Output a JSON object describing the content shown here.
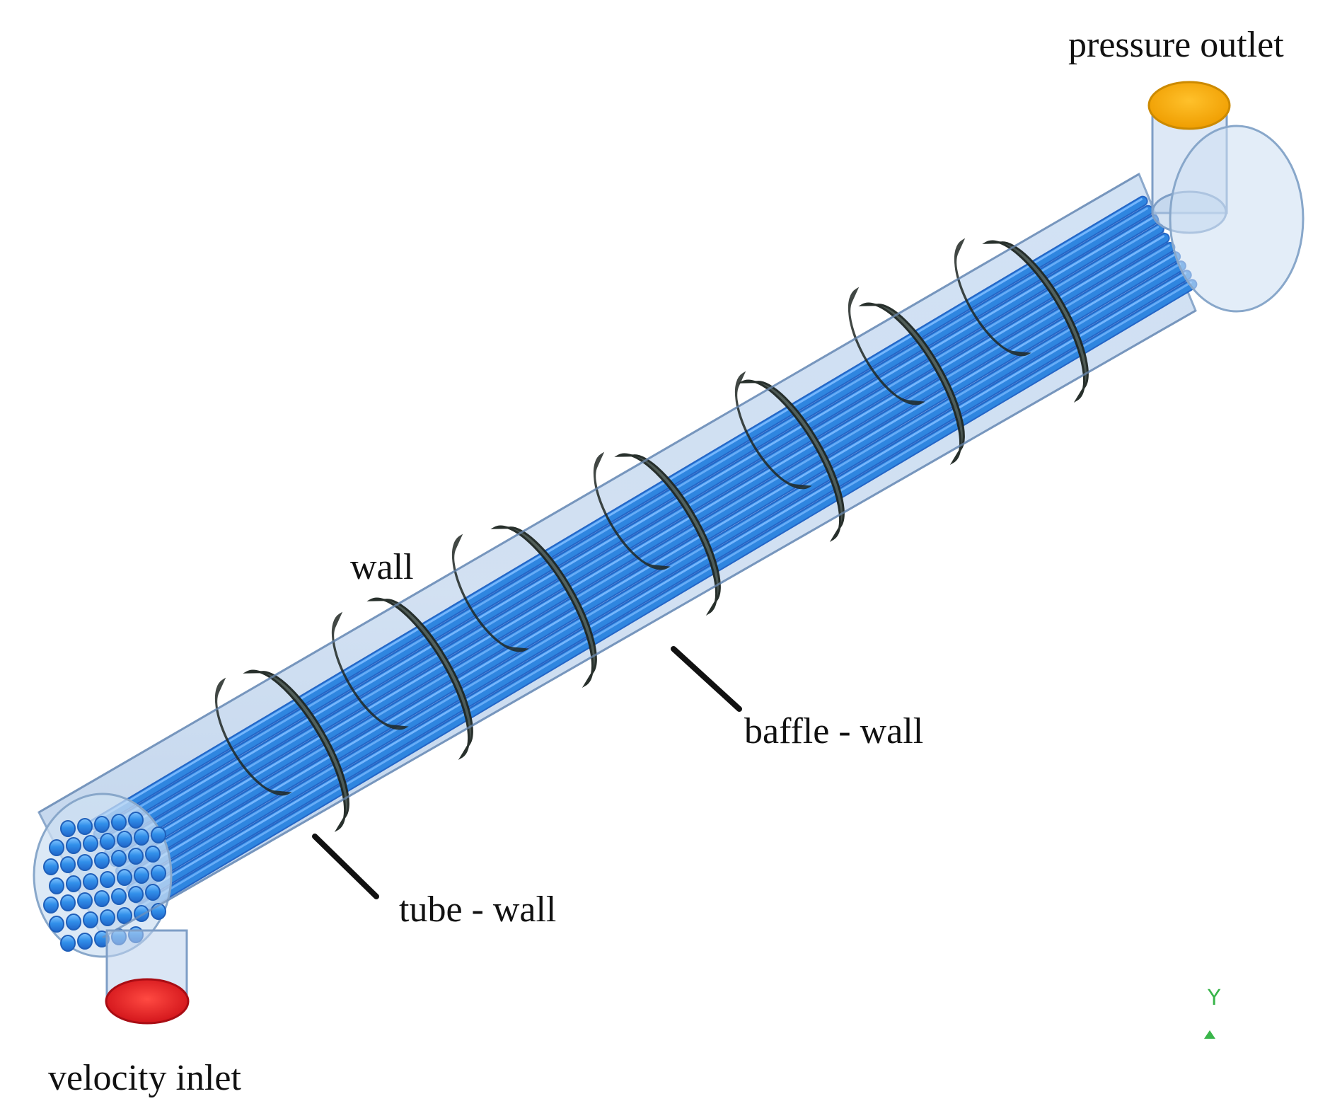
{
  "labels": {
    "pressure_outlet": "pressure outlet",
    "wall": "wall",
    "baffle_wall": "baffle - wall",
    "tube_wall": "tube - wall",
    "velocity_inlet": "velocity inlet"
  },
  "axis": {
    "y_label": "Y"
  },
  "colors": {
    "tube": "#2f86e0",
    "tube_highlight": "#79b9ff",
    "shell": "#a9c6e8",
    "baffle": "#3e4a44",
    "inlet": "#e11b22",
    "outlet": "#f7a500",
    "axis": "#39b54a"
  }
}
